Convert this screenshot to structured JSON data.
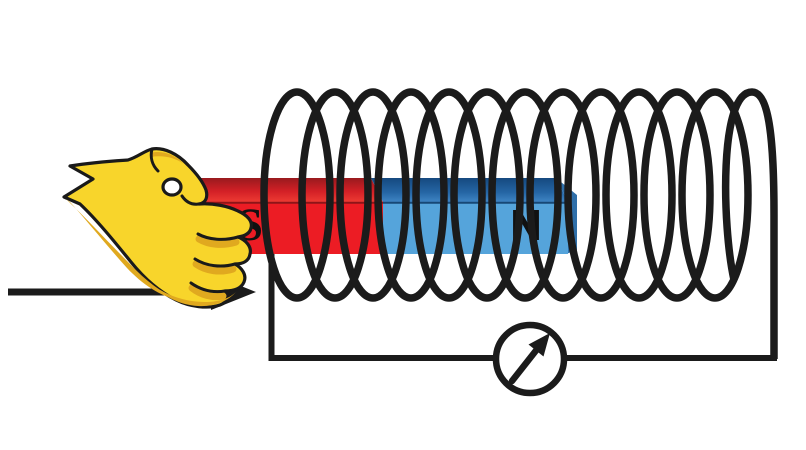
{
  "scene": {
    "description": "Hand pushes a bar magnet into a solenoid coil connected to a galvanometer",
    "background_color": "#FFFFFF",
    "line_color": "#1B1B1B",
    "magnet": {
      "south_label": "S",
      "north_label": "N",
      "south_front_color": "#EC1C24",
      "north_front_color": "#55A4DB",
      "north_side_color": "#2F6FA9"
    },
    "coil": {
      "turns": 13,
      "wire_color": "#1B1B1B"
    },
    "galvanometer": {
      "needle_direction": "up-right"
    },
    "motion_arrow": {
      "direction": "right"
    },
    "hand": {
      "fill_color": "#F8D52B",
      "shade_color": "#E0A91F"
    }
  }
}
